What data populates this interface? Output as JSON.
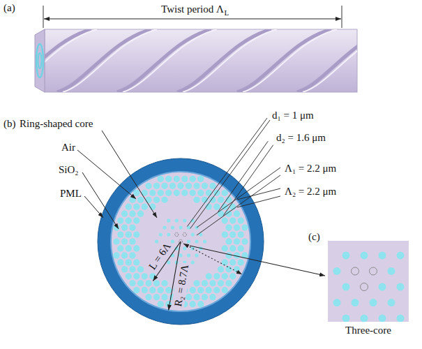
{
  "diagram": {
    "nodes": [
      {
        "text": [
          "Three-core"
        ]
      }
    ],
    "labels": [
      "(a)",
      "Twist period Λ",
      "L",
      "(b)",
      "Ring-shaped core",
      "Air",
      "SiO₂",
      "PML",
      "d₁ = 1 μm",
      "d₂ = 1.6 μm",
      "Λ₁ = 2.2 μm",
      "Λ₂ = 2.2 μm",
      "(c)",
      "L = 6Λ",
      "R₂ = 8.7Λ"
    ]
  }
}
